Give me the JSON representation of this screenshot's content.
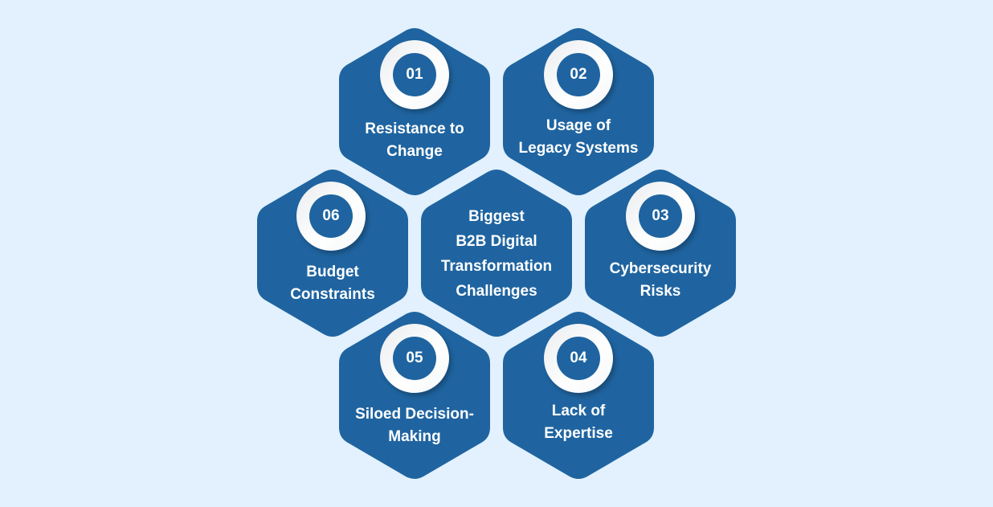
{
  "diagram": {
    "title_lines": [
      "Biggest",
      "B2B Digital",
      "Transformation",
      "Challenges"
    ],
    "colors": {
      "background": "#e2f1fd",
      "hexagon": "#1f64a0",
      "text": "#ffffff",
      "ring": "#ffffff"
    },
    "items": [
      {
        "number": "01",
        "lines": [
          "Resistance to",
          "Change"
        ]
      },
      {
        "number": "02",
        "lines": [
          "Usage of",
          "Legacy Systems"
        ]
      },
      {
        "number": "03",
        "lines": [
          "Cybersecurity",
          "Risks"
        ]
      },
      {
        "number": "04",
        "lines": [
          "Lack of",
          "Expertise"
        ]
      },
      {
        "number": "05",
        "lines": [
          "Siloed Decision-",
          "Making"
        ]
      },
      {
        "number": "06",
        "lines": [
          "Budget",
          "Constraints"
        ]
      }
    ]
  }
}
